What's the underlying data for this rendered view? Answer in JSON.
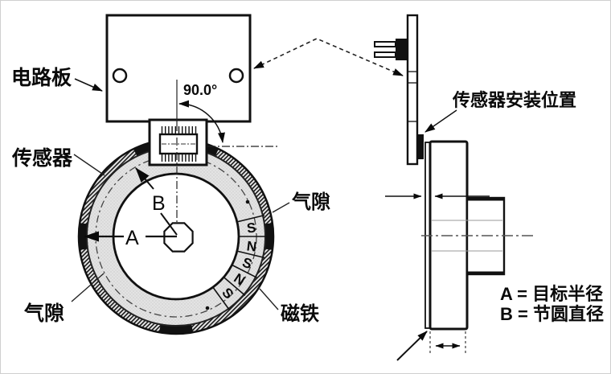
{
  "figure": {
    "front_view": {
      "circuit_board_label": "电路板",
      "sensor_label": "传感器",
      "air_gap_label_left": "气隙",
      "air_gap_label_right": "气隙",
      "magnet_label": "磁铁",
      "angle_label": "90.0°",
      "radius_label": "A",
      "pitch_label": "B",
      "poles": [
        "S",
        "N",
        "S",
        "N",
        "S"
      ]
    },
    "side_view": {
      "sensor_mount_label": "传感器安装位置",
      "legend_a": "A = 目标半径",
      "legend_b": "B = 节圆直径"
    },
    "colors": {
      "line": "#111111",
      "ring_fill": "#e3e3e3",
      "hatch": "#1a1a1a",
      "background": "#ffffff"
    }
  }
}
